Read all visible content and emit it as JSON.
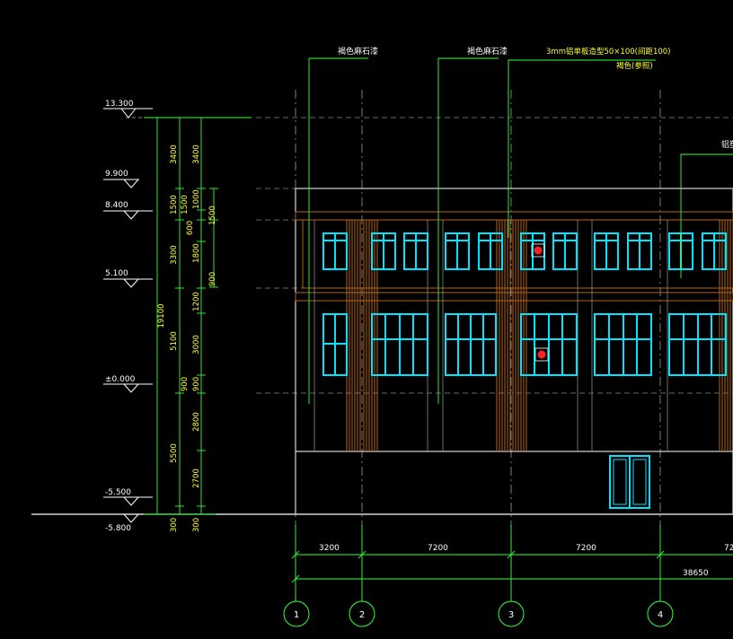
{
  "levels": [
    {
      "id": "l1",
      "text": "13.300"
    },
    {
      "id": "l2",
      "text": "9.900"
    },
    {
      "id": "l3",
      "text": "8.400"
    },
    {
      "id": "l4",
      "text": "5.100"
    },
    {
      "id": "l5",
      "text": "±0.000"
    },
    {
      "id": "l6",
      "text": "-5.500"
    },
    {
      "id": "l7",
      "text": "-5.800"
    }
  ],
  "dims_col1": [
    "19100"
  ],
  "dims_col2": [
    "3400",
    "1500",
    "3300",
    "5100",
    "5500",
    "300"
  ],
  "dims_col3": [
    "3400",
    "1000",
    "1500",
    "600",
    "1800",
    "1200",
    "900",
    "3000",
    "900",
    "2800",
    "2700",
    "300"
  ],
  "dims_col4": [
    "1500",
    "900"
  ],
  "annotations": {
    "a1": "褐色麻石漆",
    "a2": "褐色麻石漆",
    "a3": "3mm铝单板造型50×100(间距100)",
    "a4": "褐色(参照)",
    "a5": "铝塑"
  },
  "horizontal_dims": [
    "3200",
    "7200",
    "7200",
    "72"
  ],
  "total_dim": "38650",
  "grid_axes": [
    "1",
    "2",
    "3",
    "4"
  ],
  "colors": {
    "background": "#000000",
    "dimension_green": "#33ff33",
    "window_cyan": "#00e5ff",
    "cladding_brown": "#b5651d",
    "marker_red": "#ff2020"
  }
}
